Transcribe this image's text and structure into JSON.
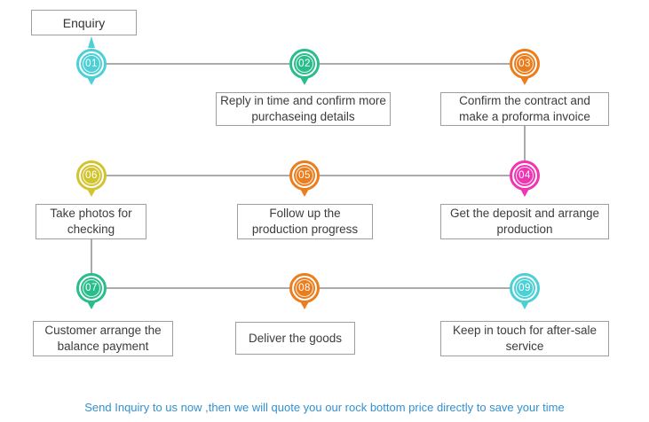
{
  "enquiry": {
    "label": "Enquiry"
  },
  "colors": {
    "cyan": "#4DCFD6",
    "green": "#2ABD8C",
    "orange": "#EC7D1C",
    "yellow": "#D2C430",
    "magenta": "#F134B4",
    "line_gray": "#ABABAB",
    "box_border": "#9E9E9E",
    "box_text": "#3C3C3C",
    "footer_blue": "#3590CE"
  },
  "steps": [
    {
      "number": "01",
      "color": "#4DCFD6",
      "label": ""
    },
    {
      "number": "02",
      "color": "#2ABD8C",
      "label": "Reply in time and confirm more purchaseing details"
    },
    {
      "number": "03",
      "color": "#EC7D1C",
      "label": "Confirm the contract and make a proforma invoice"
    },
    {
      "number": "04",
      "color": "#F134B4",
      "label": "Get the deposit and arrange production"
    },
    {
      "number": "05",
      "color": "#EC7D1C",
      "label": "Follow up the production progress"
    },
    {
      "number": "06",
      "color": "#D2C430",
      "label": "Take photos for checking"
    },
    {
      "number": "07",
      "color": "#2ABD8C",
      "label": "Customer arrange the balance payment"
    },
    {
      "number": "08",
      "color": "#EC7D1C",
      "label": "Deliver the goods"
    },
    {
      "number": "09",
      "color": "#4DCFD6",
      "label": "Keep in touch for after-sale service"
    }
  ],
  "footer": {
    "text": "Send Inquiry to us now ,then we will quote you our rock bottom price directly to save your time"
  }
}
